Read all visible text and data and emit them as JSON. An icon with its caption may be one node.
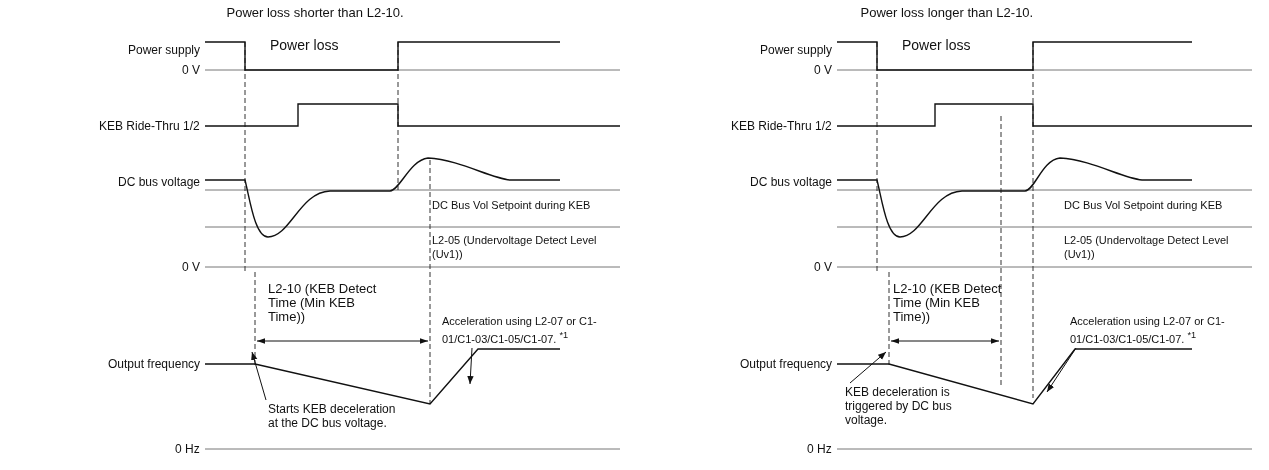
{
  "diagram": {
    "nodes": [
      {
        "text": [
          "Starts KEB deceleration at the DC bus voltage."
        ]
      },
      {
        "text": [
          "Acceleration using L2-07 or C1-01/C1-03/C1-05/C1-07. $^{*1}$"
        ]
      },
      {
        "text": [
          "KEB deceleration is triggered by DC bus voltage."
        ]
      },
      {
        "text": [
          "Acceleration using L2-07 or C1-01/C1-03/C1-05/C1-07. $^{*1}$"
        ]
      }
    ],
    "edges": [
      {
        "from": 0,
        "to": null,
        "arrow": "to"
      },
      {
        "from": 1,
        "to": null,
        "arrow": "to"
      },
      {
        "from": 2,
        "to": null,
        "arrow": "to"
      },
      {
        "from": 3,
        "to": null,
        "arrow": "to"
      }
    ],
    "labels": [
      "Power loss shorter than L2-10.",
      "Power supply",
      "Power loss",
      "0 V",
      "KEB Ride-Thru 1/2",
      "DC bus voltage",
      "DC Bus Vol Setpoint during KEB",
      "L2-05 (Undervoltage Detect Level (Uv1))",
      "0 V",
      "L2-10 (KEB Detect Time (Min KEB Time))",
      "Output frequency",
      "0 Hz",
      "Power loss longer than L2-10.",
      "Power supply",
      "Power loss",
      "0 V",
      "KEB Ride-Thru 1/2",
      "DC bus voltage",
      "DC Bus Vol Setpoint during KEB",
      "L2-05 (Undervoltage Detect Level (Uv1))",
      "0 V",
      "L2-10 (KEB Detect Time (Min KEB Time))",
      "Output frequency",
      "0 Hz"
    ]
  }
}
